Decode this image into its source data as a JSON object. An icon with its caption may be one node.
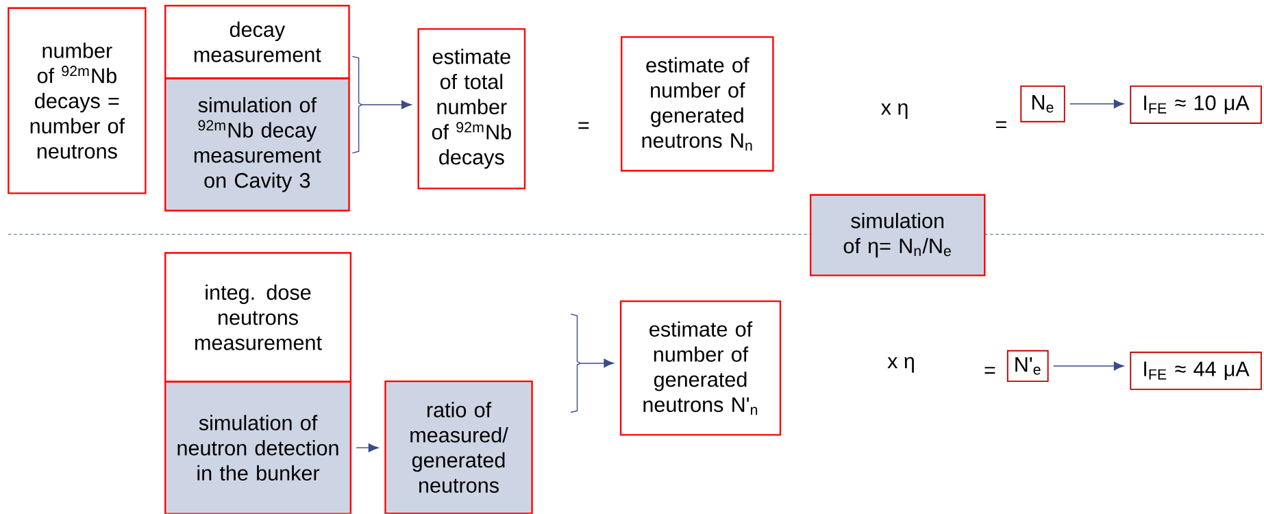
{
  "diagram": {
    "nodes": [
      {
        "text": [
          "number of $^{92m}$Nb decays = number of neutrons"
        ]
      },
      {
        "text": [
          "decay measurement"
        ]
      },
      {
        "text": [
          "simulation of $^{92m}$Nb decay measurement on Cavity 3"
        ]
      },
      {
        "text": [
          "estimate of total number of $^{92m}$Nb decays"
        ]
      },
      {
        "text": [
          "estimate of number of generated neutrons N$_{n}$"
        ]
      },
      {
        "text": [
          "simulation of η= N$_{n}$/N$_{e}$"
        ]
      },
      {
        "text": [
          "N$_{e}$"
        ]
      },
      {
        "text": [
          "I$_{FE}$ ≈ 10 μA"
        ]
      },
      {
        "text": [
          "integ. dose neutrons measurement"
        ]
      },
      {
        "text": [
          "simulation of neutron detection in the bunker"
        ]
      },
      {
        "text": [
          "ratio of measured/ generated neutrons"
        ]
      },
      {
        "text": [
          "estimate of number of generated neutrons N'$_{n}$"
        ]
      },
      {
        "text": [
          "N'$_{e}$"
        ]
      },
      {
        "text": [
          "I$_{FE}$ ≈ 44 μA"
        ]
      },
      {
        "text": [],
        "shape": "bracket"
      },
      {
        "text": [],
        "shape": "bracket"
      }
    ],
    "edges": [
      {
        "from": 14,
        "to": 3,
        "arrow": "to"
      },
      {
        "from": 15,
        "to": 11,
        "arrow": "to"
      },
      {
        "from": 9,
        "to": 10,
        "arrow": "to"
      },
      {
        "from": 6,
        "to": 7,
        "arrow": "to"
      },
      {
        "from": 12,
        "to": 13,
        "arrow": "to"
      }
    ],
    "labels": [
      "=",
      "x η",
      "=",
      "x η",
      "="
    ]
  }
}
